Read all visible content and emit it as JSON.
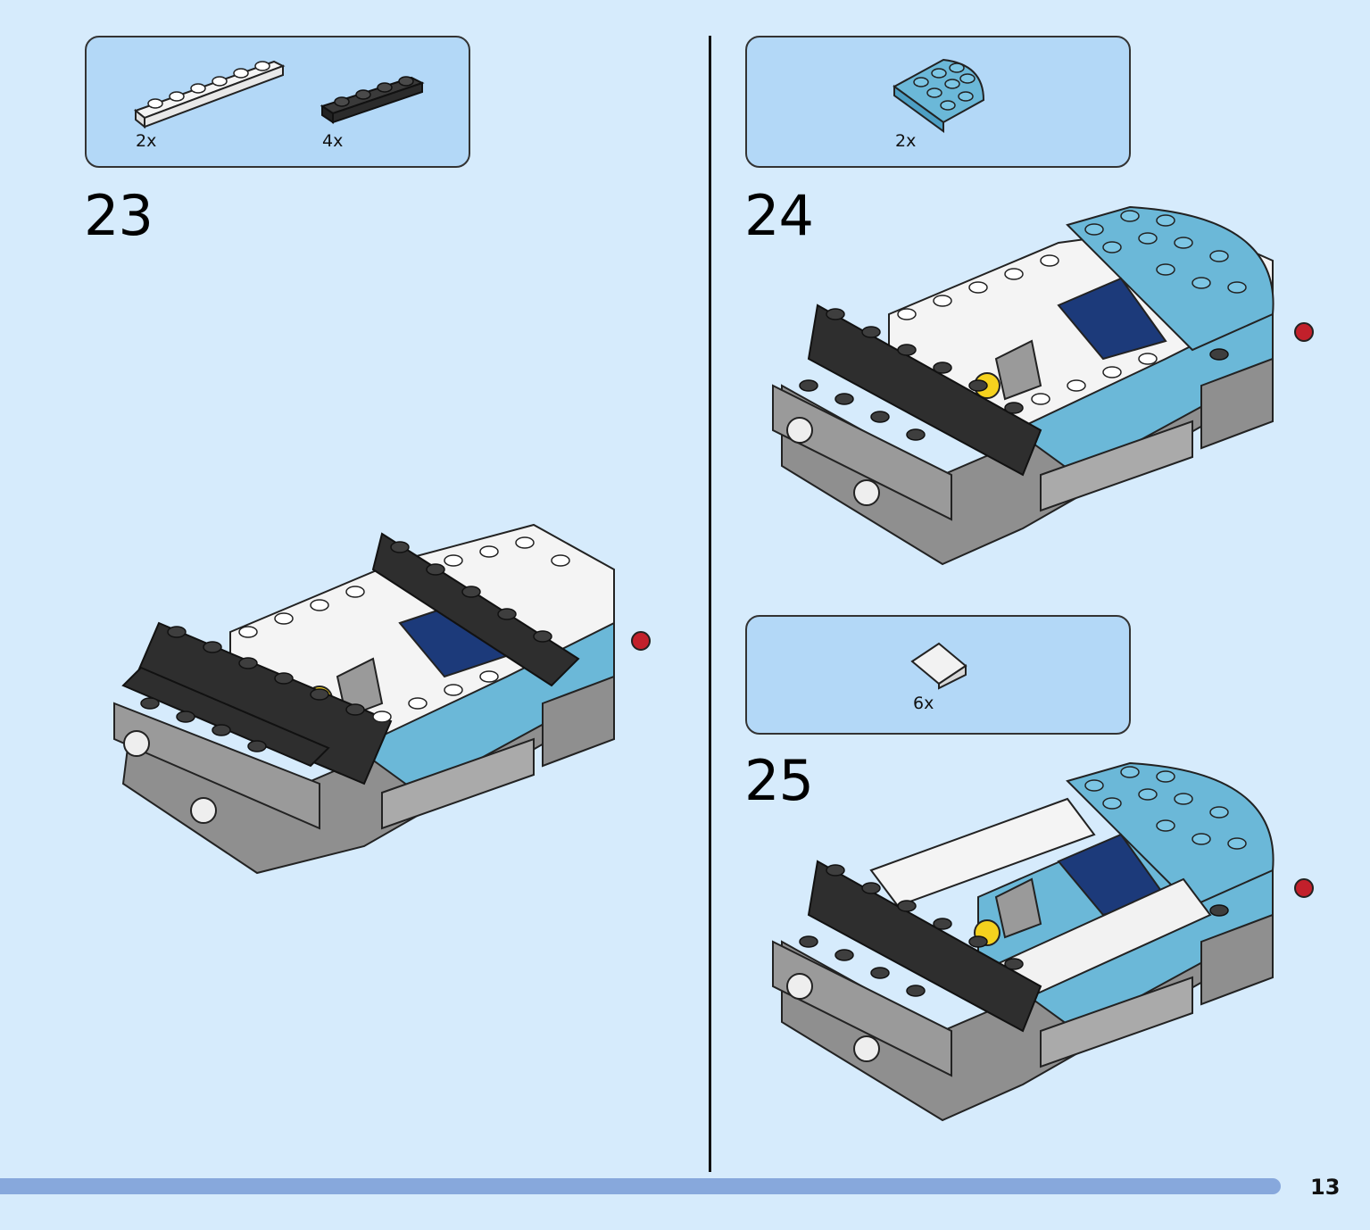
{
  "steps": [
    {
      "number": "23",
      "parts": [
        {
          "qty": "2x",
          "part": "1x6 plate",
          "color": "#f4f4f4"
        },
        {
          "qty": "4x",
          "part": "1x4 plate",
          "color": "#2b2b2b"
        }
      ]
    },
    {
      "number": "24",
      "parts": [
        {
          "qty": "2x",
          "part": "round corner plate",
          "color": "#6bb8d8"
        }
      ]
    },
    {
      "number": "25",
      "parts": [
        {
          "qty": "6x",
          "part": "slope tile",
          "color": "#f2f2f2"
        }
      ]
    }
  ],
  "page": {
    "number": "13"
  },
  "colors": {
    "background": "#d6ebfc",
    "parts_box": "#b3d8f7",
    "progress_bar": "#87a8dc",
    "black_brick": "#2e2e2e",
    "grey_brick": "#9a9a9a",
    "azure_brick": "#6bb8d8",
    "white_brick": "#f4f4f4",
    "dark_blue": "#1c3a7a",
    "yellow": "#f5d21e"
  }
}
